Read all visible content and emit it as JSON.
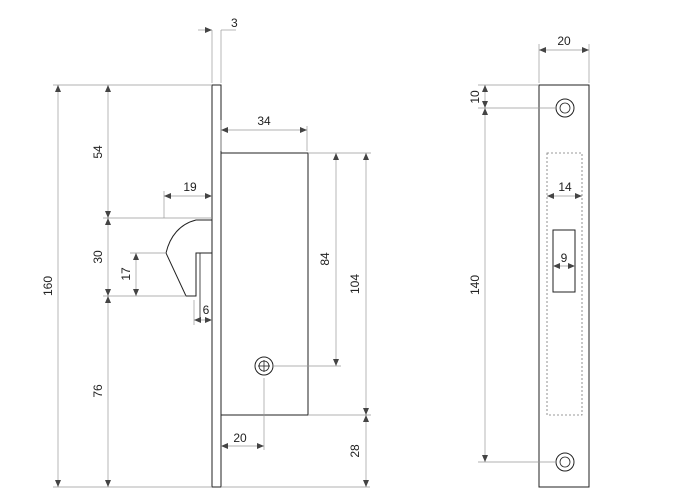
{
  "dimensions": {
    "faceplate_thickness": "3",
    "total_height": "160",
    "upper_to_latch": "54",
    "lower_from_latch": "76",
    "latch_height": "30",
    "latch_inner_height": "17",
    "latch_projection": "19",
    "latch_offset": "6",
    "backset": "34",
    "case_height": "104",
    "spindle_to_top": "84",
    "spindle_offset": "20",
    "bottom_margin": "28",
    "faceplate_width": "20",
    "screw_offset": "10",
    "screw_spacing": "140",
    "slot_width": "14",
    "bolt_hole_width": "9"
  }
}
